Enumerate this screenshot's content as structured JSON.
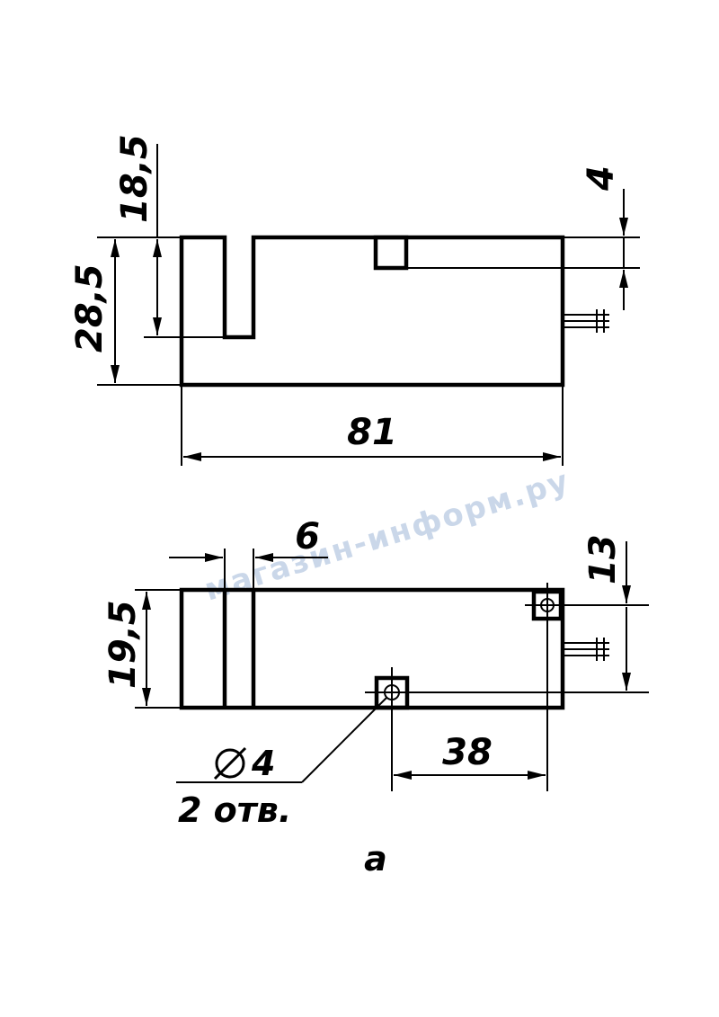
{
  "dimensions": {
    "top_height": "28,5",
    "top_slot_depth": "18,5",
    "top_length": "81",
    "top_small": "4",
    "bottom_width": "19,5",
    "bottom_slot": "6",
    "bottom_offset": "13",
    "bottom_hole_dist": "38"
  },
  "notes": {
    "hole_diameter": "4",
    "hole_count": "2 отв."
  },
  "caption": "а",
  "watermark": "магазин-информ.ру",
  "colors": {
    "line": "#000000",
    "background": "#ffffff",
    "watermark": "#9fb7d8"
  },
  "icons": {
    "diameter_symbol": "diameter-icon"
  }
}
